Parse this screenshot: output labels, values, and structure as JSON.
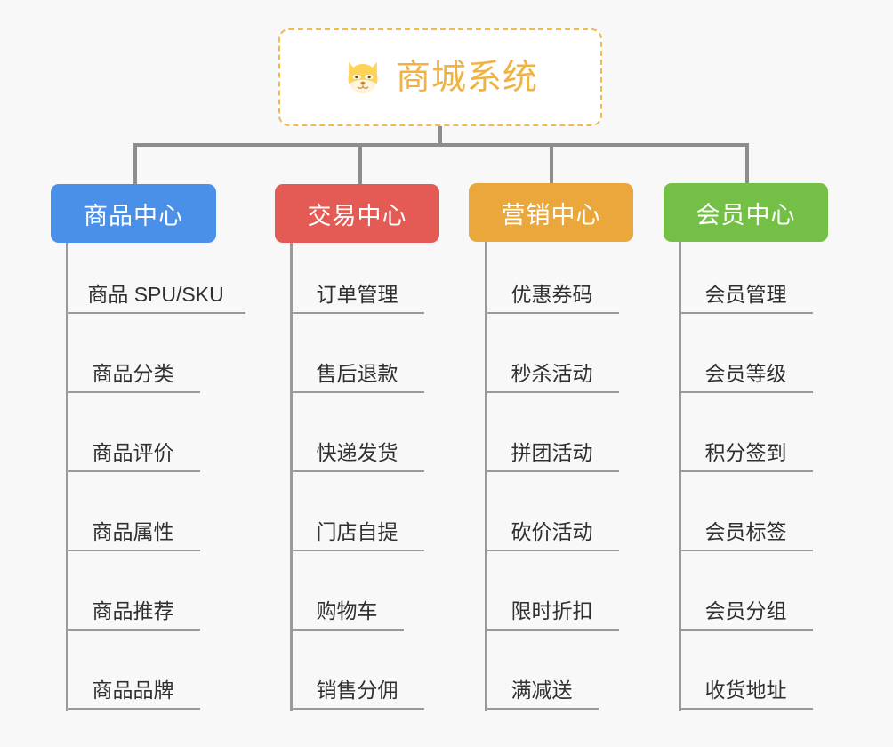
{
  "diagram": {
    "root": {
      "label": "商城系统",
      "icon": "shiba-dog-emoji",
      "text_color": "#f0b242",
      "border_color": "#f0b952",
      "background": "#ffffff"
    },
    "columns": [
      {
        "id": "product-center",
        "title": "商品中心",
        "color": "#4a90e8",
        "items": [
          "商品 SPU/SKU",
          "商品分类",
          "商品评价",
          "商品属性",
          "商品推荐",
          "商品品牌"
        ]
      },
      {
        "id": "trade-center",
        "title": "交易中心",
        "color": "#e45b55",
        "items": [
          "订单管理",
          "售后退款",
          "快递发货",
          "门店自提",
          "购物车",
          "销售分佣"
        ]
      },
      {
        "id": "marketing-center",
        "title": "营销中心",
        "color": "#eaa83c",
        "items": [
          "优惠券码",
          "秒杀活动",
          "拼团活动",
          "砍价活动",
          "限时折扣",
          "满减送"
        ]
      },
      {
        "id": "member-center",
        "title": "会员中心",
        "color": "#74bf45",
        "items": [
          "会员管理",
          "会员等级",
          "积分签到",
          "会员标签",
          "会员分组",
          "收货地址"
        ]
      }
    ],
    "theme": {
      "page_background": "#f8f8f8",
      "connector_color": "#8d8d8d",
      "leaf_text_color": "#303030",
      "leaf_rule_color": "#9a9a9a"
    }
  }
}
